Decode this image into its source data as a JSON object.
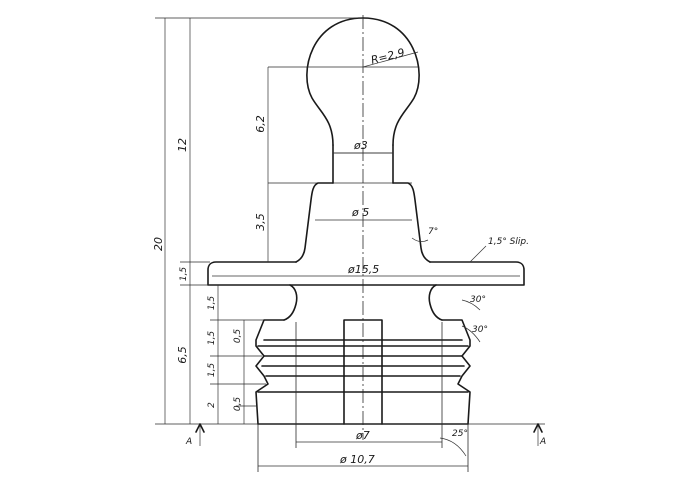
{
  "labels": {
    "overall_height": "20",
    "upper_height": "12",
    "neck_height": "6,2",
    "collar_height": "3,5",
    "flange_height": "1,5",
    "base_height": "6,5",
    "step_1": "1,5",
    "step_2": "1,5",
    "step_3": "1,5",
    "step_4": "2",
    "step_small_1": "0,5",
    "step_small_2": "0,5",
    "ball_radius": "R=2,9",
    "neck_dia": "ø3",
    "collar_dia": "ø 5",
    "flange_dia": "ø15,5",
    "bore_dia": "ø7",
    "base_dia": "ø 10,7",
    "angle_collar": "7°",
    "angle_top": "30°",
    "angle_mid": "30°",
    "angle_bottom": "25°",
    "slope_note": "1,5° Slip.",
    "section_left": "A",
    "section_right": "A"
  }
}
